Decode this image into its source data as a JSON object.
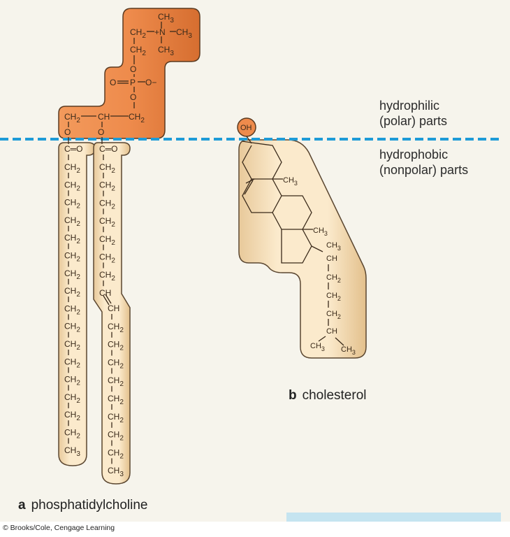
{
  "legend": {
    "hydrophilic": [
      "hydrophilic",
      "(polar) parts"
    ],
    "hydrophobic": [
      "hydrophobic",
      "(nonpolar) parts"
    ]
  },
  "colors": {
    "polar_head": "#e9854a",
    "nonpolar_body": "#f6e0b8",
    "outline": "#5a4630",
    "boundary_line": "#1e9bd7",
    "background": "#f6f4ec",
    "footer_bar": "#c5e4f0"
  },
  "phosphatidylcholine": {
    "letter": "a",
    "name": "phosphatidylcholine",
    "head": {
      "choline": {
        "n": "+N",
        "methyls": [
          "CH3",
          "CH3",
          "CH3"
        ],
        "ch2_1": "CH2",
        "ch2_2": "CH2"
      },
      "phosphate": {
        "p": "P",
        "o_double": "O",
        "o_minus": "O−",
        "o_top": "O",
        "o_bottom": "O"
      },
      "glycerol": [
        "CH2",
        "CH",
        "CH2"
      ],
      "ester_oxygens": [
        "O",
        "O"
      ]
    },
    "tail_1": [
      "C=O",
      "CH2",
      "CH2",
      "CH2",
      "CH2",
      "CH2",
      "CH2",
      "CH2",
      "CH2",
      "CH2",
      "CH2",
      "CH2",
      "CH2",
      "CH2",
      "CH2",
      "CH2",
      "CH2",
      "CH3"
    ],
    "tail_2_upper": [
      "C=O",
      "CH2",
      "CH2",
      "CH2",
      "CH2",
      "CH2",
      "CH2",
      "CH2",
      "CH"
    ],
    "tail_2_lower": [
      "CH",
      "CH2",
      "CH2",
      "CH2",
      "CH2",
      "CH2",
      "CH2",
      "CH2",
      "CH2",
      "CH3"
    ]
  },
  "cholesterol": {
    "letter": "b",
    "name": "cholesterol",
    "hydroxyl": "OH",
    "ring_methyls": [
      "CH3",
      "CH3"
    ],
    "side_chain": [
      "CH3",
      "CH",
      "CH2",
      "CH2",
      "CH2",
      "CH"
    ],
    "terminal_methyls": [
      "CH3",
      "CH3"
    ]
  },
  "credit": "© Brooks/Cole, Cengage Learning"
}
